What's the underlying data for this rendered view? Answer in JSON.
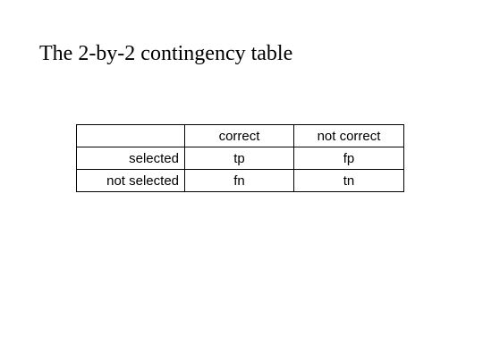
{
  "slide": {
    "title": "The 2-by-2 contingency table"
  },
  "table": {
    "header": {
      "corner": "",
      "columns": [
        "correct",
        "not correct"
      ]
    },
    "rows": [
      {
        "label": "selected",
        "cells": [
          "tp",
          "fp"
        ]
      },
      {
        "label": "not selected",
        "cells": [
          "fn",
          "tn"
        ]
      }
    ]
  }
}
